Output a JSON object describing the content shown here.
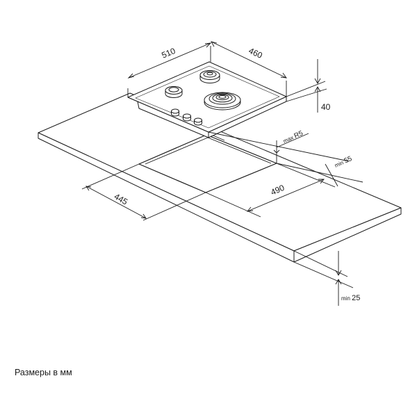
{
  "dimensions": {
    "hob_width": "510",
    "hob_depth": "460",
    "hob_height": "40",
    "cutout_corner_radius": "max R5",
    "rear_clearance": "min 55",
    "cutout_width": "490",
    "cutout_depth": "445",
    "countertop_thickness": "min 25"
  },
  "caption": "Размеры в мм",
  "colors": {
    "line": "#1a1a1a",
    "background": "#ffffff"
  }
}
